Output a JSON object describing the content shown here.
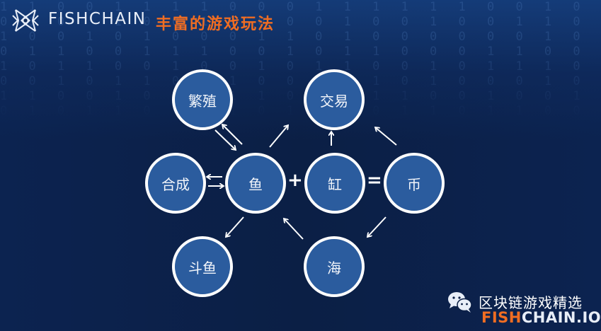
{
  "header": {
    "logo_text": "FISHCHAIN",
    "slide_title": "丰富的游戏玩法",
    "title_color": "#f06d22"
  },
  "diagram": {
    "nodes": {
      "breed": "繁殖",
      "trade": "交易",
      "synthesize": "合成",
      "fish": "鱼",
      "tank": "缸",
      "coin": "币",
      "fight": "斗鱼",
      "sea": "海"
    },
    "operators": {
      "plus": "+",
      "equals": "="
    },
    "edges": [
      {
        "from": "fish",
        "to": "breed",
        "type": "bidirectional"
      },
      {
        "from": "fish",
        "to": "trade",
        "type": "directed"
      },
      {
        "from": "tank",
        "to": "trade",
        "type": "directed"
      },
      {
        "from": "coin",
        "to": "trade",
        "type": "directed"
      },
      {
        "from": "fish",
        "to": "synthesize",
        "type": "bidirectional"
      },
      {
        "from": "fish",
        "to": "fight",
        "type": "directed"
      },
      {
        "from": "sea",
        "to": "fish",
        "type": "directed"
      },
      {
        "from": "coin",
        "to": "sea",
        "type": "directed"
      }
    ],
    "node_fill": "#2b5c9e",
    "node_border": "#ffffff",
    "background": "#0b1f45"
  },
  "footer": {
    "channel_name": "区块链游戏精选",
    "brand_part1": "FISH",
    "brand_part2": "CHAIN.IO",
    "brand_color_1": "#f06d22"
  }
}
